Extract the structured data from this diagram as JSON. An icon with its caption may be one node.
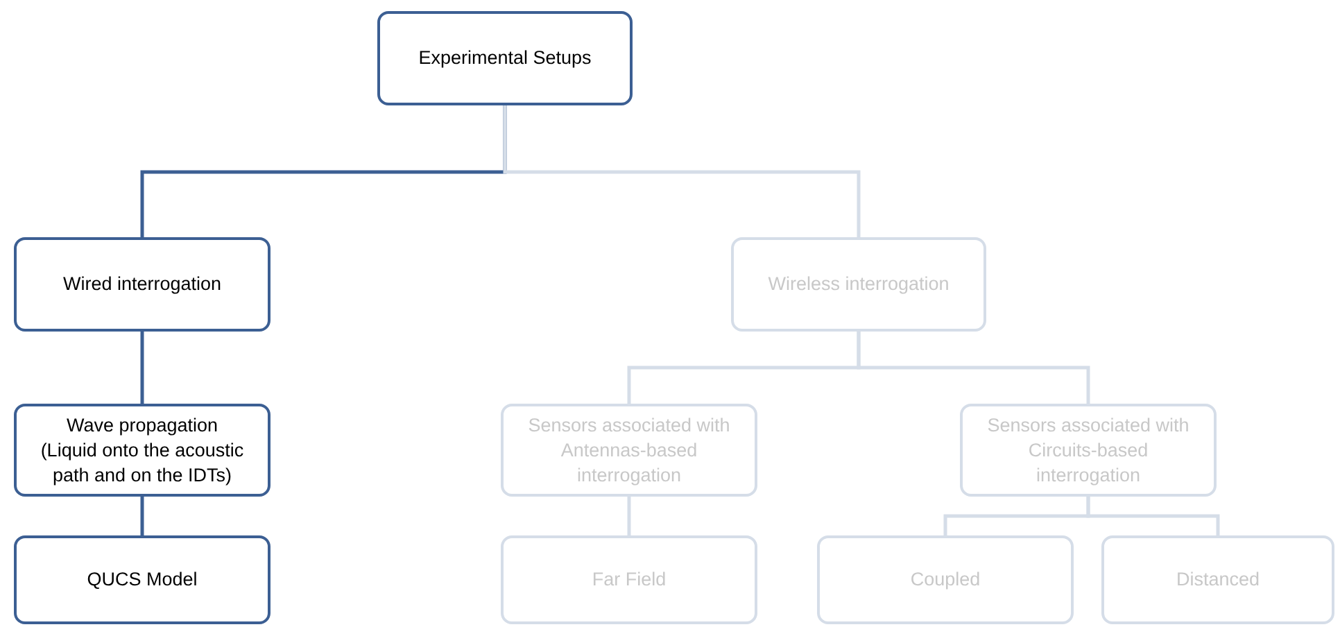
{
  "diagram": {
    "nodes": [
      {
        "text": [
          "Experimental Setups"
        ]
      },
      {
        "text": [
          "Wired interrogation"
        ]
      },
      {
        "text": [
          "Wireless interrogation"
        ]
      },
      {
        "text": [
          "Wave propagation (Liquid onto the acoustic path and on the IDTs)"
        ]
      },
      {
        "text": [
          "Sensors associated with Antennas-based interrogation"
        ]
      },
      {
        "text": [
          "Sensors associated with Circuits-based interrogation"
        ]
      },
      {
        "text": [
          "QUCS Model"
        ]
      },
      {
        "text": [
          "Far Field"
        ]
      },
      {
        "text": [
          "Coupled"
        ]
      },
      {
        "text": [
          "Distanced"
        ]
      }
    ],
    "edges": [
      {
        "from": 0,
        "to": 1,
        "arrow": "none",
        "color": "#3c5f93"
      },
      {
        "from": 0,
        "to": 2,
        "arrow": "none"
      },
      {
        "from": 1,
        "to": 3,
        "arrow": "none",
        "color": "#3c5f93"
      },
      {
        "from": 2,
        "to": 4,
        "arrow": "none"
      },
      {
        "from": 2,
        "to": 5,
        "arrow": "none"
      },
      {
        "from": 3,
        "to": 6,
        "arrow": "none",
        "color": "#3c5f93"
      },
      {
        "from": 4,
        "to": 7,
        "arrow": "none"
      },
      {
        "from": 5,
        "to": 8,
        "arrow": "none"
      },
      {
        "from": 5,
        "to": 9,
        "arrow": "none"
      }
    ]
  }
}
